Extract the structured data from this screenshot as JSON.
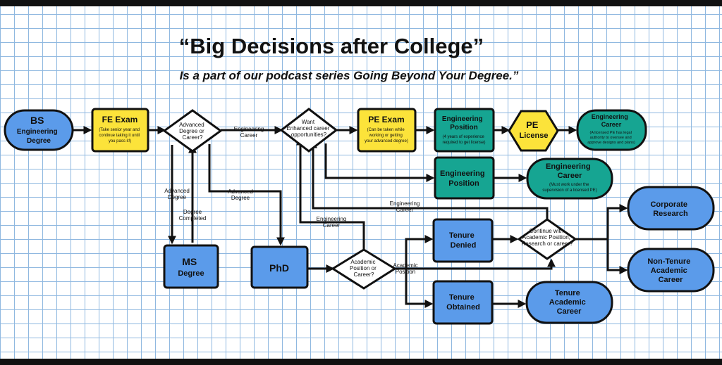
{
  "title": "“Big Decisions after College”",
  "subtitle": "Is a part of our podcast series Going Beyond Your Degree.”",
  "colors": {
    "blue": "#5b9bea",
    "yellow": "#fce33a",
    "teal": "#16a592",
    "decision": "#ffffff",
    "outline": "#111111"
  },
  "nodes": {
    "bs_degree": {
      "line1": "BS",
      "line2": "Engineering",
      "line3": "Degree"
    },
    "fe_exam": {
      "title": "FE Exam",
      "note1": "(Take senior year and",
      "note2": "continue taking it until",
      "note3": "you pass it!)"
    },
    "advanced_decision": {
      "line1": "Advanced",
      "line2": "Degree or",
      "line3": "Career?"
    },
    "want_enhanced": {
      "line1": "Want",
      "line2": "Enhanced career",
      "line3": "opportunities?"
    },
    "pe_exam": {
      "title": "PE Exam",
      "note1": "(Can be taken while",
      "note2": "working or getting",
      "note3": "your advanced degree)"
    },
    "engineering_position_1": {
      "line1": "Engineering",
      "line2": "Position",
      "note1": "(4 years of experience",
      "note2": "required to get license)"
    },
    "pe_license": {
      "line1": "PE",
      "line2": "License"
    },
    "engineering_career_1": {
      "line1": "Engineering",
      "line2": "Career",
      "note1": "(A licensed PE has legal",
      "note2": "authority to oversee and",
      "note3": "approve designs and plans)"
    },
    "engineering_position_2": {
      "line1": "Engineering",
      "line2": "Position"
    },
    "engineering_career_2": {
      "line1": "Engineering",
      "line2": "Career",
      "note1": "(Must work under the",
      "note2": "supervision of a licensed PE)"
    },
    "ms_degree": {
      "line1": "MS",
      "line2": "Degree"
    },
    "phd": {
      "line1": "PhD"
    },
    "academic_decision": {
      "line1": "Academic",
      "line2": "Position or",
      "line3": "Career?"
    },
    "tenure_denied": {
      "line1": "Tenure",
      "line2": "Denied"
    },
    "tenure_obtained": {
      "line1": "Tenure",
      "line2": "Obtained"
    },
    "tenure_academic_career": {
      "line1": "Tenure",
      "line2": "Academic",
      "line3": "Career"
    },
    "continue_decision": {
      "line1": "Continue with",
      "line2": "Academic Position,",
      "line3": "Research or career?"
    },
    "corporate_research": {
      "line1": "Corporate",
      "line2": "Research"
    },
    "non_tenure_career": {
      "line1": "Non-Tenure",
      "line2": "Academic",
      "line3": "Career"
    }
  },
  "edge_labels": {
    "engineering_career_a": {
      "line1": "Engineering",
      "line2": "Career"
    },
    "advanced_degree_a": {
      "line1": "Advanced",
      "line2": "Degree"
    },
    "advanced_degree_b": {
      "line1": "Advanced",
      "line2": "Degree"
    },
    "degree_completed": {
      "line1": "Degree",
      "line2": "Completed"
    },
    "engineering_career_b": {
      "line1": "Engineering",
      "line2": "Career"
    },
    "engineering_career_c": {
      "line1": "Engineering",
      "line2": "Career"
    },
    "academic_position": {
      "line1": "Academic",
      "line2": "Position"
    }
  }
}
